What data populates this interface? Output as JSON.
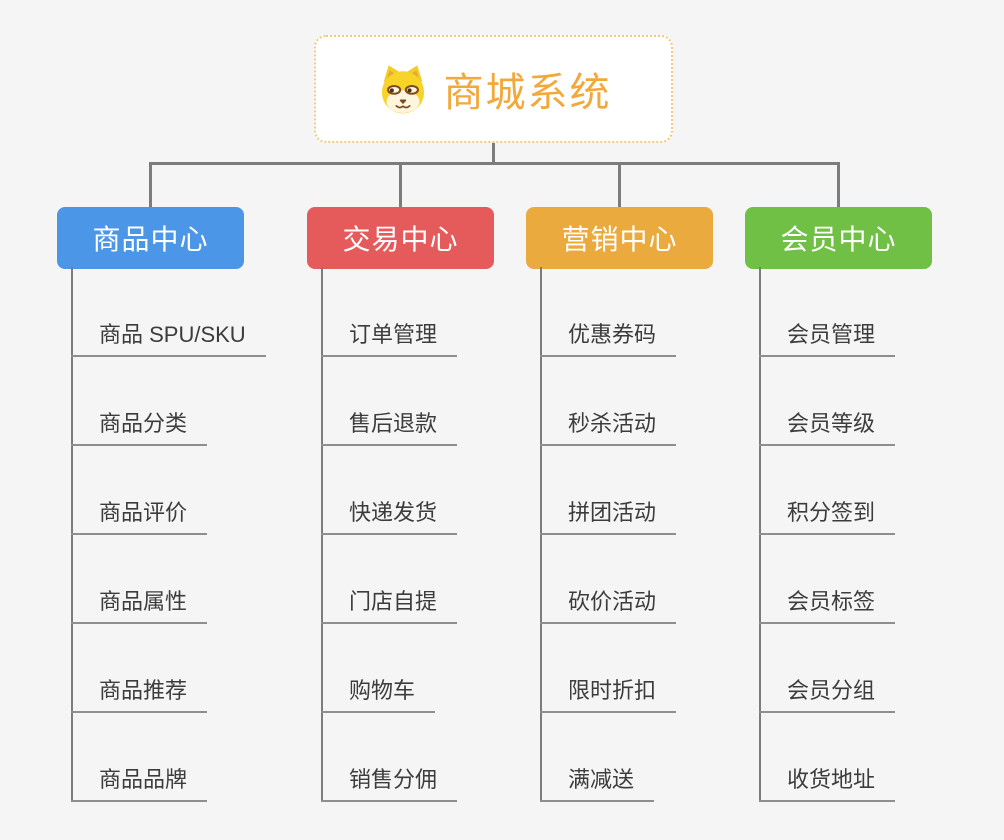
{
  "root": {
    "label": "商城系统",
    "icon": "shiba-dog-icon",
    "text_color": "#F2A93B",
    "border_color": "#F3C87E"
  },
  "connector_color": "#7C7C7C",
  "underline_color": "#8E8E8E",
  "branches": [
    {
      "label": "商品中心",
      "color": "#4C96E8",
      "items": [
        "商品 SPU/SKU",
        "商品分类",
        "商品评价",
        "商品属性",
        "商品推荐",
        "商品品牌"
      ]
    },
    {
      "label": "交易中心",
      "color": "#E55B5B",
      "items": [
        "订单管理",
        "售后退款",
        "快递发货",
        "门店自提",
        "购物车",
        "销售分佣"
      ]
    },
    {
      "label": "营销中心",
      "color": "#EBAA3D",
      "items": [
        "优惠券码",
        "秒杀活动",
        "拼团活动",
        "砍价活动",
        "限时折扣",
        "满减送"
      ]
    },
    {
      "label": "会员中心",
      "color": "#6FC044",
      "items": [
        "会员管理",
        "会员等级",
        "积分签到",
        "会员标签",
        "会员分组",
        "收货地址"
      ]
    }
  ]
}
